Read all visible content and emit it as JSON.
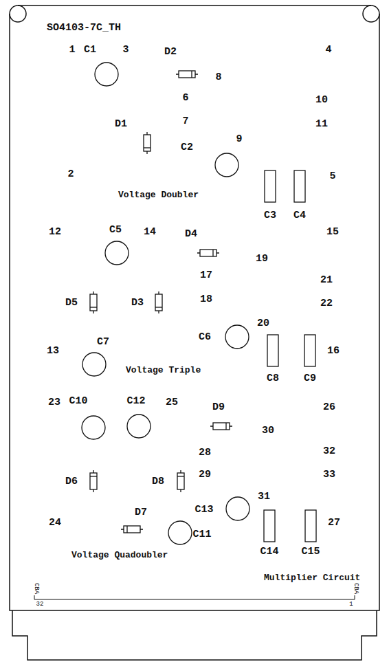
{
  "diagram": {
    "title": "SO4103-7C_TH",
    "labels": [
      "1",
      "C1",
      "3",
      "D2",
      "4",
      "8",
      "6",
      "10",
      "D1",
      "7",
      "11",
      "C2",
      "9",
      "2",
      "5",
      "Voltage Doubler",
      "C3",
      "C4",
      "12",
      "C5",
      "14",
      "D4",
      "15",
      "19",
      "17",
      "21",
      "D5",
      "D3",
      "18",
      "22",
      "20",
      "C6",
      "13",
      "C7",
      "16",
      "Voltage Triple",
      "C8",
      "C9",
      "23",
      "C10",
      "C12",
      "25",
      "D9",
      "26",
      "30",
      "28",
      "32",
      "D6",
      "D8",
      "29",
      "33",
      "31",
      "C13",
      "24",
      "D7",
      "27",
      "C11",
      "C14",
      "C15",
      "Voltage Quadoubler",
      "Multiplier Circuit",
      "CBA",
      "32",
      "CBA",
      "1"
    ]
  }
}
